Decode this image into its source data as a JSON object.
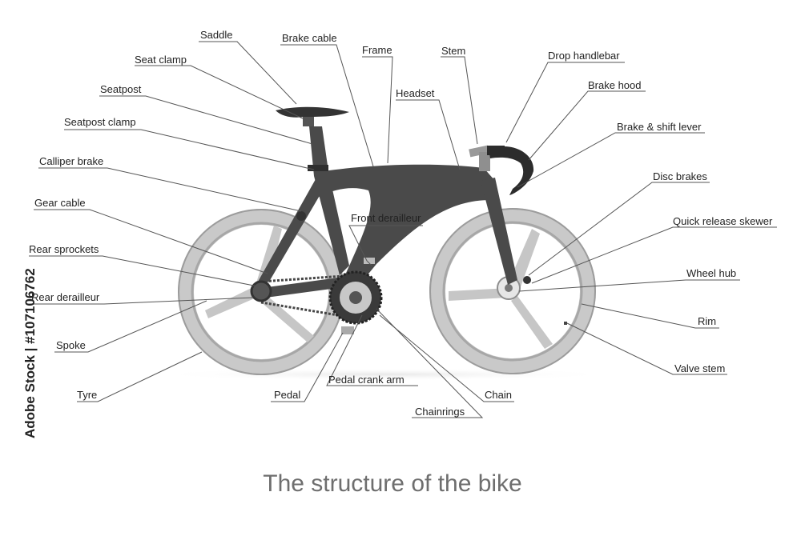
{
  "diagram": {
    "title": "The structure of the bike",
    "credit": "Adobe Stock | #107106762",
    "labels": {
      "saddle": "Saddle",
      "brake_cable": "Brake cable",
      "frame": "Frame",
      "stem": "Stem",
      "drop_handlebar": "Drop handlebar",
      "seat_clamp": "Seat clamp",
      "brake_hood": "Brake hood",
      "seatpost": "Seatpost",
      "headset": "Headset",
      "seatpost_clamp": "Seatpost clamp",
      "brake_shift_lever": "Brake & shift lever",
      "calliper_brake": "Calliper brake",
      "disc_brakes": "Disc brakes",
      "gear_cable": "Gear cable",
      "front_derailleur": "Front derailleur",
      "quick_release_skewer": "Quick release skewer",
      "rear_sprockets": "Rear sprockets",
      "wheel_hub": "Wheel hub",
      "rear_derailleur": "Rear derailleur",
      "rim": "Rim",
      "spoke": "Spoke",
      "valve_stem": "Valve stem",
      "pedal_crank_arm": "Pedal crank arm",
      "tyre": "Tyre",
      "pedal": "Pedal",
      "chain": "Chain",
      "chainrings": "Chainrings"
    }
  }
}
